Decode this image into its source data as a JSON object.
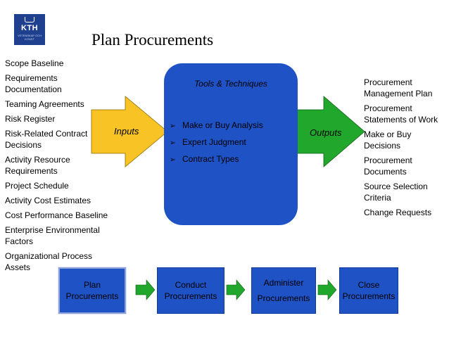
{
  "title": "Plan Procurements",
  "logo": {
    "text": "KTH",
    "subtext": "VETENSKAP OCH KONST"
  },
  "inputs_label": "Inputs",
  "outputs_label": "Outputs",
  "tools_title": "Tools & Techniques",
  "inputs": [
    "Scope Baseline",
    "Requirements Documentation",
    "Teaming Agreements",
    "Risk Register",
    "Risk-Related Contract Decisions",
    "Activity Resource Requirements",
    "Project Schedule",
    "Activity Cost Estimates",
    "Cost Performance Baseline",
    "Enterprise Environmental Factors",
    "Organizational Process Assets"
  ],
  "tools": [
    "Make or Buy Analysis",
    "Expert Judgment",
    "Contract Types"
  ],
  "outputs": [
    "Procurement Management Plan",
    "Procurement Statements of Work",
    "Make or Buy Decisions",
    "Procurement Documents",
    "Source Selection Criteria",
    "Change Requests"
  ],
  "steps": [
    {
      "line1": "Plan",
      "line2": "Procurements"
    },
    {
      "line1": "Conduct",
      "line2": "Procurements"
    },
    {
      "line1": "Administer",
      "line2": "Procurements"
    },
    {
      "line1": "Close",
      "line2": "Procurements"
    }
  ],
  "colors": {
    "input_arrow": "#f7c325",
    "output_arrow": "#22a72d",
    "box": "#1f52c4",
    "step_arrow": "#22a72d"
  }
}
